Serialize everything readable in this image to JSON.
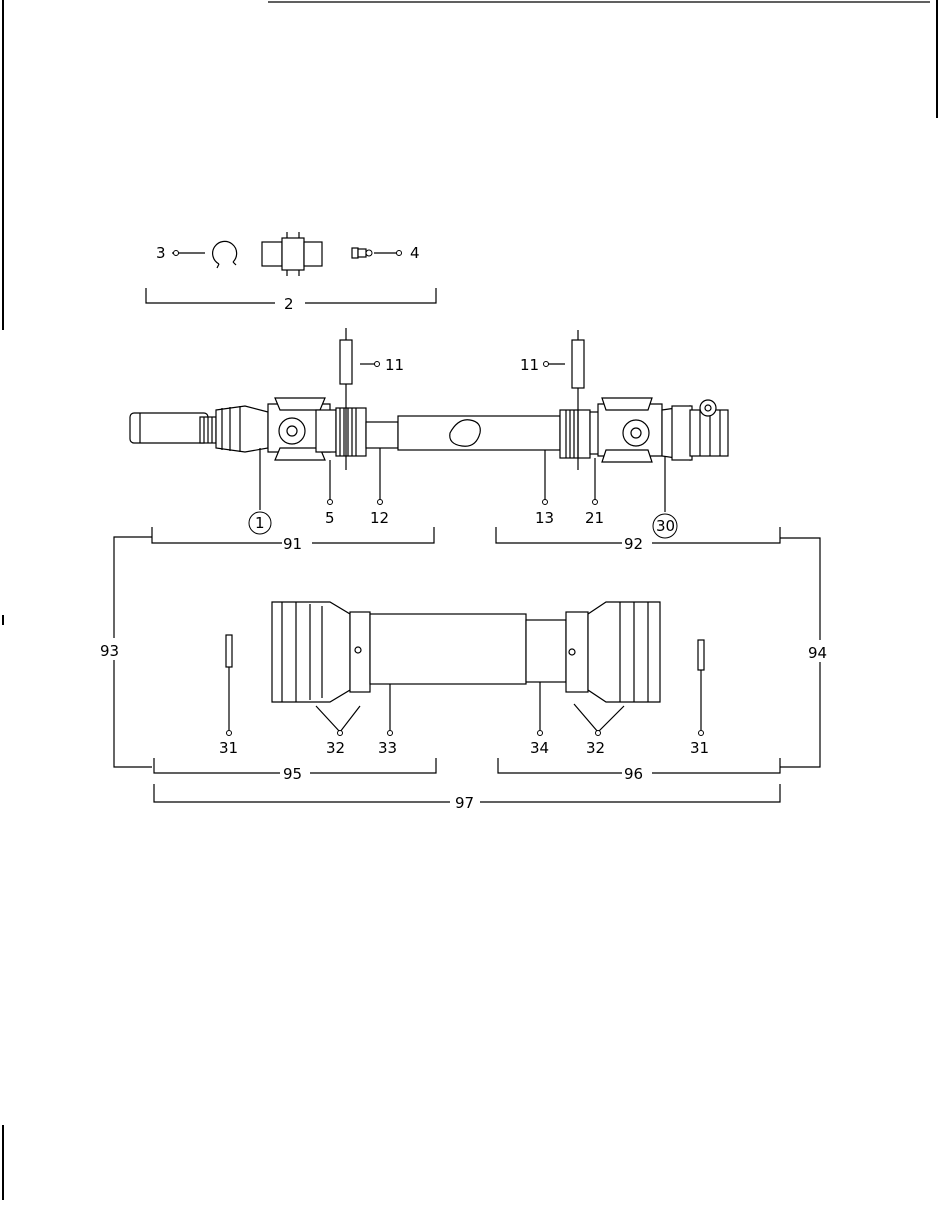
{
  "diagram": {
    "callouts": {
      "c3": "3",
      "c4": "4",
      "c2": "2",
      "c11a": "11",
      "c11b": "11",
      "c1": "1",
      "c5": "5",
      "c12": "12",
      "c13": "13",
      "c21": "21",
      "c30": "30",
      "c91": "91",
      "c92": "92",
      "c93": "93",
      "c94": "94",
      "c31a": "31",
      "c32a": "32",
      "c33": "33",
      "c34": "34",
      "c32b": "32",
      "c31b": "31",
      "c95": "95",
      "c96": "96",
      "c97": "97"
    }
  }
}
